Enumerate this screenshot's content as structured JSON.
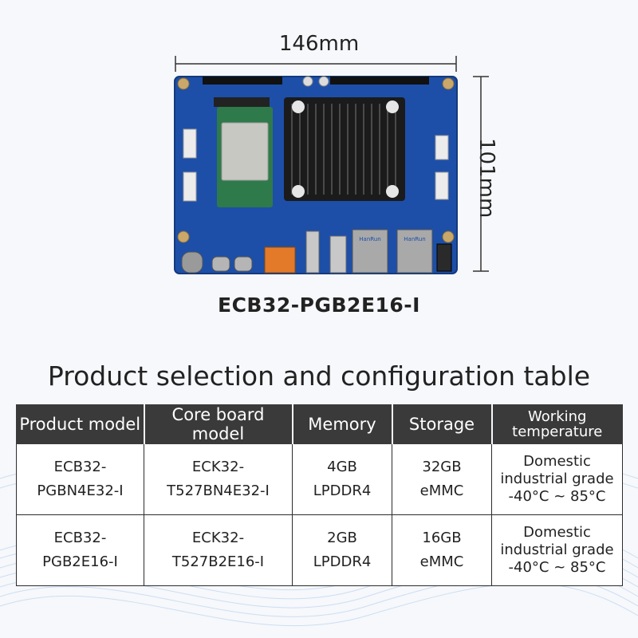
{
  "dimensions": {
    "width_label": "146mm",
    "height_label": "101mm"
  },
  "product": {
    "caption": "ECB32-PGB2E16-I",
    "heatsink_label_1": "HanRun",
    "heatsink_label_2": "HanRun"
  },
  "table": {
    "title": "Product selection and configuration table",
    "headers": [
      {
        "lines": [
          "Product model"
        ]
      },
      {
        "lines": [
          "Core board model"
        ]
      },
      {
        "lines": [
          "Memory"
        ]
      },
      {
        "lines": [
          "Storage"
        ]
      },
      {
        "lines": [
          "Working",
          "temperature"
        ]
      }
    ],
    "rows": [
      {
        "product_model": [
          "ECB32-",
          "PGBN4E32-I"
        ],
        "core_board_model": [
          "ECK32-",
          "T527BN4E32-I"
        ],
        "memory": [
          "4GB",
          "LPDDR4"
        ],
        "storage": [
          "32GB",
          "eMMC"
        ],
        "working_temperature": [
          "Domestic",
          "industrial grade",
          "-40°C ~ 85°C"
        ]
      },
      {
        "product_model": [
          "ECB32-",
          "PGB2E16-I"
        ],
        "core_board_model": [
          "ECK32-",
          "T527B2E16-I"
        ],
        "memory": [
          "2GB",
          "LPDDR4"
        ],
        "storage": [
          "16GB",
          "eMMC"
        ],
        "working_temperature": [
          "Domestic",
          "industrial grade",
          "-40°C ~ 85°C"
        ]
      }
    ]
  },
  "colors": {
    "pcb": "#1d4fa8",
    "header_bg": "#3a3a3a",
    "text": "#222222"
  }
}
